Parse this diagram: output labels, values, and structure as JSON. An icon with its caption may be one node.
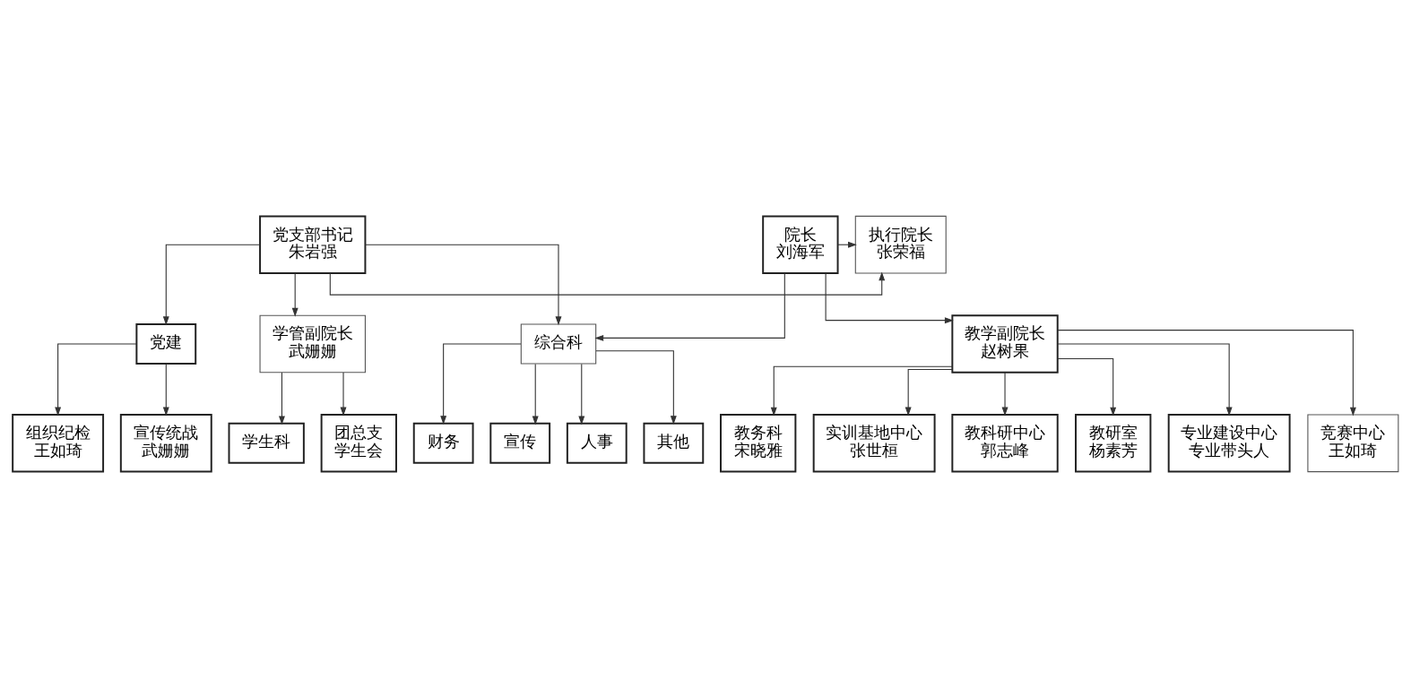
{
  "diagram": {
    "nodes": [
      {
        "text": [
          "党支部书记",
          "朱岩强"
        ]
      },
      {
        "text": [
          "执行院长",
          "张荣福"
        ]
      },
      {
        "text": [
          "院长",
          "刘海军"
        ]
      },
      {
        "text": [
          "党建"
        ]
      },
      {
        "text": [
          "学管副院长",
          "武姗姗"
        ]
      },
      {
        "text": [
          "综合科"
        ]
      },
      {
        "text": [
          "教学副院长",
          "赵树果"
        ]
      },
      {
        "text": [
          "组织纪检",
          "王如琦"
        ]
      },
      {
        "text": [
          "宣传统战",
          "武姗姗"
        ]
      },
      {
        "text": [
          "学生科"
        ]
      },
      {
        "text": [
          "团总支",
          "学生会"
        ]
      },
      {
        "text": [
          "教务科",
          "宋晓雅"
        ]
      },
      {
        "text": [
          "实训基地中心",
          "张世桓"
        ]
      },
      {
        "text": [
          "教科研中心",
          "郭志峰"
        ]
      },
      {
        "text": [
          "教研室",
          "杨素芳"
        ]
      },
      {
        "text": [
          "专业建设中心",
          "专业带头人"
        ]
      },
      {
        "text": [
          "竞赛中心",
          "王如琦"
        ]
      },
      {
        "text": [
          "财务"
        ]
      },
      {
        "text": [
          "宣传"
        ]
      },
      {
        "text": [
          "人事"
        ]
      },
      {
        "text": [
          "其他"
        ]
      }
    ],
    "edges": [
      {
        "from": 0,
        "to": 1,
        "arrow": "to"
      },
      {
        "from": 2,
        "to": 1,
        "arrow": "to"
      },
      {
        "from": 0,
        "to": 3,
        "arrow": "to"
      },
      {
        "from": 0,
        "to": 4,
        "arrow": "to"
      },
      {
        "from": 0,
        "to": 5,
        "arrow": "to"
      },
      {
        "from": 2,
        "to": 5,
        "arrow": "to"
      },
      {
        "from": 2,
        "to": 6,
        "arrow": "to"
      },
      {
        "from": 3,
        "to": 7,
        "arrow": "to"
      },
      {
        "from": 3,
        "to": 8,
        "arrow": "to"
      },
      {
        "from": 4,
        "to": 9,
        "arrow": "to"
      },
      {
        "from": 4,
        "to": 10,
        "arrow": "to"
      },
      {
        "from": 6,
        "to": 11,
        "arrow": "to"
      },
      {
        "from": 6,
        "to": 12,
        "arrow": "to"
      },
      {
        "from": 6,
        "to": 13,
        "arrow": "to"
      },
      {
        "from": 6,
        "to": 14,
        "arrow": "to"
      },
      {
        "from": 6,
        "to": 15,
        "arrow": "to"
      },
      {
        "from": 6,
        "to": 16,
        "arrow": "to"
      },
      {
        "from": 5,
        "to": 17,
        "arrow": "to"
      },
      {
        "from": 5,
        "to": 18,
        "arrow": "to"
      },
      {
        "from": 5,
        "to": 19,
        "arrow": "to"
      },
      {
        "from": 5,
        "to": 20,
        "arrow": "to"
      }
    ]
  }
}
